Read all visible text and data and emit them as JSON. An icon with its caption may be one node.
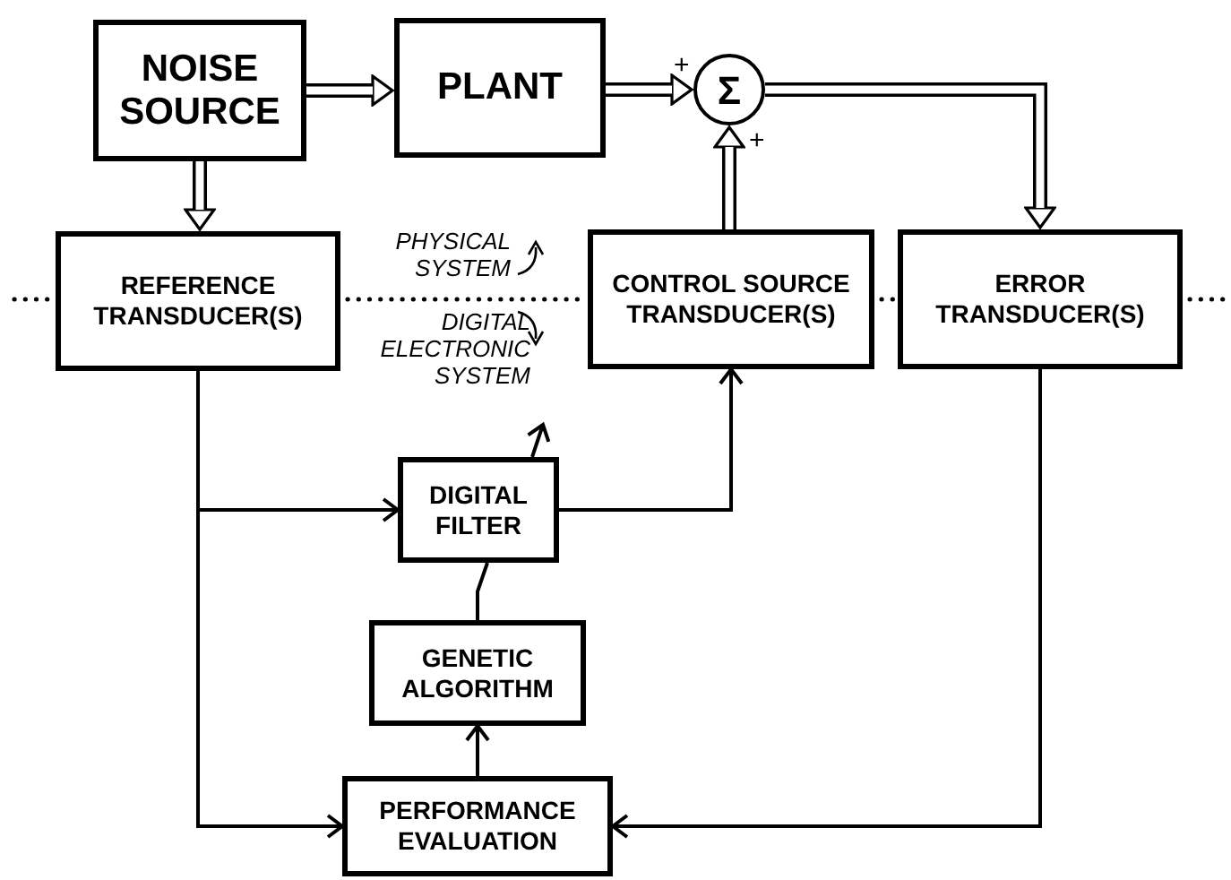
{
  "diagram": {
    "nodes": [
      {
        "text": [
          "NOISE SOURCE"
        ]
      },
      {
        "text": [
          "PLANT"
        ]
      },
      {
        "text": [
          "Σ"
        ]
      },
      {
        "text": [
          "REFERENCE TRANSDUCER(S)"
        ]
      },
      {
        "text": [
          "CONTROL SOURCE TRANSDUCER(S)"
        ]
      },
      {
        "text": [
          "ERROR TRANSDUCER(S)"
        ]
      },
      {
        "text": [
          "DIGITAL FILTER"
        ]
      },
      {
        "text": [
          "GENETIC ALGORITHM"
        ]
      },
      {
        "text": [
          "PERFORMANCE EVALUATION"
        ]
      }
    ],
    "edges": [
      {
        "from": 0,
        "to": 1,
        "arrow": "to",
        "style": "thick"
      },
      {
        "from": 1,
        "to": 2,
        "arrow": "to",
        "style": "thick"
      },
      {
        "from": 0,
        "to": 3,
        "arrow": "to",
        "style": "thick"
      },
      {
        "from": 4,
        "to": 2,
        "arrow": "to",
        "style": "thick"
      },
      {
        "from": 2,
        "to": 5,
        "arrow": "to",
        "style": "thick"
      },
      {
        "from": 3,
        "to": 6,
        "arrow": "to"
      },
      {
        "from": 3,
        "to": 8,
        "arrow": "to"
      },
      {
        "from": 6,
        "to": 4,
        "arrow": "to"
      },
      {
        "from": 7,
        "to": 6,
        "arrow": "none"
      },
      {
        "from": 8,
        "to": 7,
        "arrow": "to"
      },
      {
        "from": 5,
        "to": 8,
        "arrow": "to"
      },
      {
        "from": 6,
        "to": null,
        "arrow": "to"
      }
    ],
    "labels": [
      "+",
      "+",
      "PHYSICAL SYSTEM",
      "DIGITAL ELECTRONIC SYSTEM"
    ]
  }
}
